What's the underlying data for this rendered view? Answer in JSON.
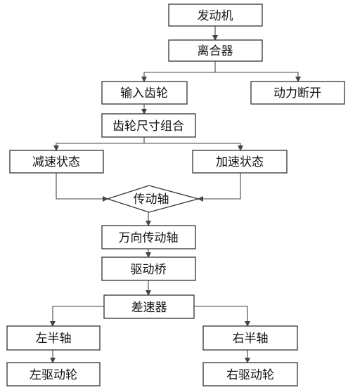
{
  "nodes": {
    "engine": "发动机",
    "clutch": "离合器",
    "input_gear": "输入齿轮",
    "power_cutoff": "动力断开",
    "gear_size_combo": "齿轮尺寸组合",
    "deceleration_state": "减速状态",
    "acceleration_state": "加速状态",
    "drive_shaft": "传动轴",
    "universal_drive_shaft": "万向传动轴",
    "drive_axle": "驱动桥",
    "differential": "差速器",
    "left_half_shaft": "左半轴",
    "right_half_shaft": "右半轴",
    "left_drive_wheel": "左驱动轮",
    "right_drive_wheel": "右驱动轮"
  }
}
